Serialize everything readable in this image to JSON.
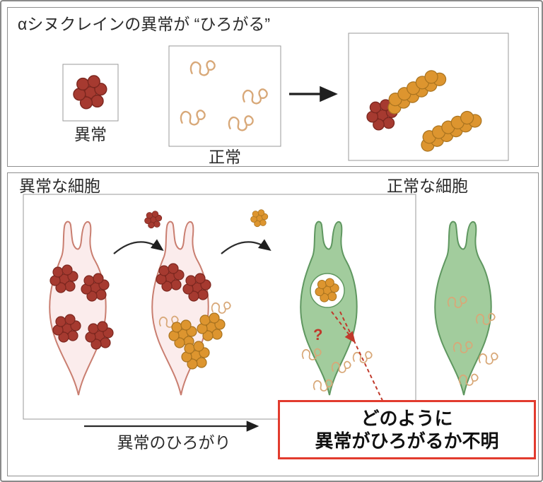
{
  "top_panel": {
    "title": "αシヌクレインの異常が “ひろがる”",
    "abnormal_label": "異常",
    "normal_label": "正常"
  },
  "bottom_panel": {
    "abnormal_cell_label": "異常な細胞",
    "normal_cell_label": "正常な細胞",
    "spread_label": "異常のひろがり",
    "question_mark": "?",
    "callout": {
      "line1": "どのように",
      "line2": "異常がひろがるか不明"
    }
  },
  "colors": {
    "abnormal_red": "#a63a30",
    "abnormal_red_dark": "#7c271f",
    "converted_orange": "#dd952f",
    "converted_orange_dark": "#a9731f",
    "normal_monomer_tan": "#d8a878",
    "abnormal_cell_fill": "#fbecec",
    "abnormal_cell_stroke": "#c97e70",
    "normal_cell_fill": "#a2cc9d",
    "normal_cell_stroke": "#5f9760",
    "callout_border_red": "#e23b2e",
    "dashed_red": "#c0392b"
  }
}
